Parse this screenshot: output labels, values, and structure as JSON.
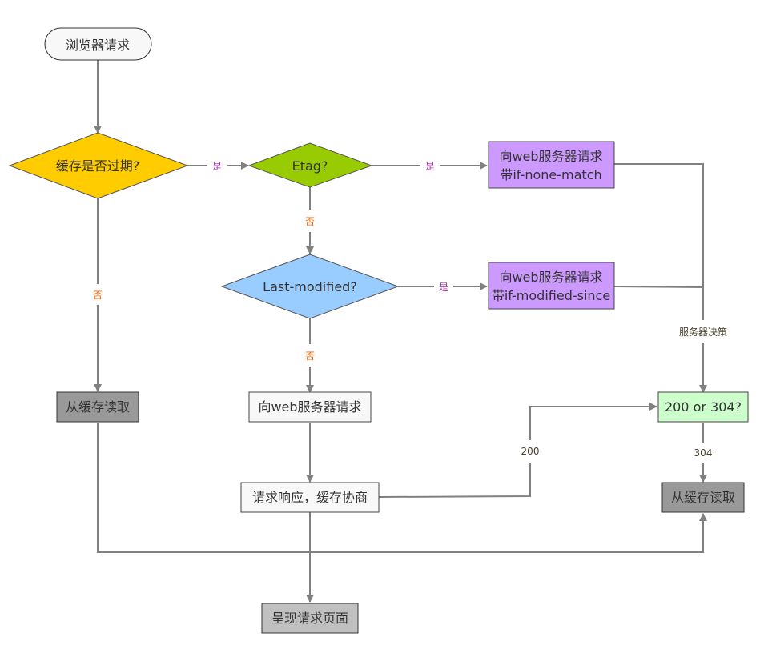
{
  "nodes": {
    "start": {
      "label": "浏览器请求",
      "color": "#f8f8f8"
    },
    "cache_expired": {
      "label": "缓存是否过期?",
      "color": "#ffcc00"
    },
    "etag": {
      "label": "Etag?",
      "color": "#99cc00"
    },
    "last_modified": {
      "label": "Last-modified?",
      "color": "#99ccff"
    },
    "req_none_match": {
      "line1": "向web服务器请求",
      "line2": "带if-none-match",
      "color": "#cc99ff"
    },
    "req_modified_since": {
      "line1": "向web服务器请求",
      "line2": "带if-modified-since",
      "color": "#cc99ff"
    },
    "read_cache_left": {
      "label": "从缓存读取",
      "color": "#999999"
    },
    "req_server": {
      "label": "向web服务器请求",
      "color": "#f8f8f8"
    },
    "response_negotiate": {
      "label": "请求响应，缓存协商",
      "color": "#f8f8f8"
    },
    "status_check": {
      "label": "200 or 304?",
      "color": "#ccffcc"
    },
    "read_cache_right": {
      "label": "从缓存读取",
      "color": "#999999"
    },
    "render_page": {
      "label": "呈现请求页面",
      "color": "#c0c0c0"
    }
  },
  "edges": {
    "yes_label": "是",
    "no_label": "否",
    "server_decision": "服务器决策",
    "code_200": "200",
    "code_304": "304",
    "yes_color": "#993399",
    "no_color": "#ff6600",
    "line_color": "#808080"
  }
}
